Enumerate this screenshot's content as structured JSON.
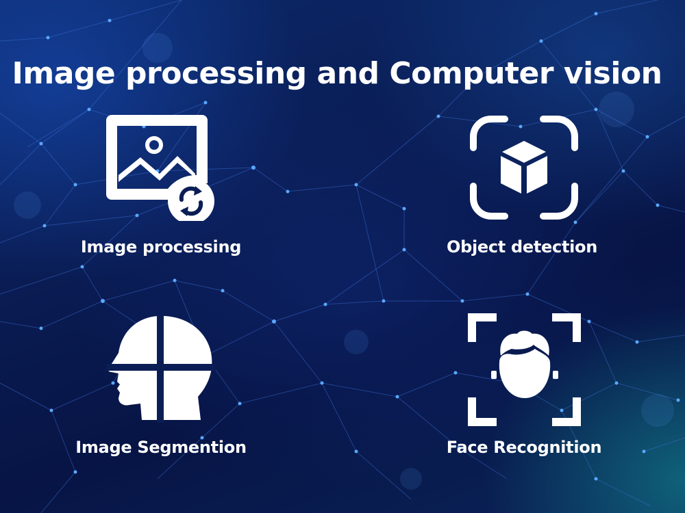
{
  "title": "Image processing and Computer vision",
  "items": [
    {
      "label": "Image processing",
      "icon": "image-processing-icon"
    },
    {
      "label": "Object detection",
      "icon": "object-detection-icon"
    },
    {
      "label": "Image Segmention",
      "icon": "head-segmentation-icon"
    },
    {
      "label": "Face Recognition",
      "icon": "face-recognition-icon"
    }
  ],
  "colors": {
    "background": "#0a1d55",
    "text": "#ffffff",
    "network_line": "#3a6fd8",
    "network_node": "#5aa8ff"
  }
}
